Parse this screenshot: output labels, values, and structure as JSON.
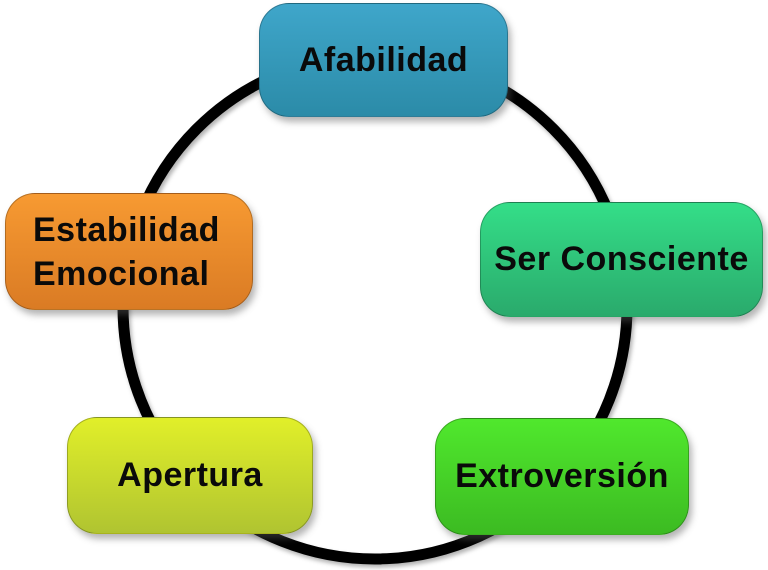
{
  "diagram": {
    "connector": {
      "shape": "circle",
      "color": "#000000"
    },
    "nodes": [
      {
        "id": "afabilidad",
        "label": "Afabilidad",
        "color_top": "#3fa6ca",
        "color_bottom": "#2b8ba8"
      },
      {
        "id": "ser-consciente",
        "label": "Ser Consciente",
        "color_top": "#34de88",
        "color_bottom": "#2aaa6c"
      },
      {
        "id": "extroversion",
        "label": "Extroversión",
        "color_top": "#50e82d",
        "color_bottom": "#3cbb22"
      },
      {
        "id": "apertura",
        "label": "Apertura",
        "color_top": "#e1ef29",
        "color_bottom": "#b0c431"
      },
      {
        "id": "estabilidad-emocional",
        "label": "Estabilidad Emocional",
        "lines": [
          "Estabilidad",
          "Emocional"
        ],
        "color_top": "#f79a32",
        "color_bottom": "#da7b24"
      }
    ]
  }
}
